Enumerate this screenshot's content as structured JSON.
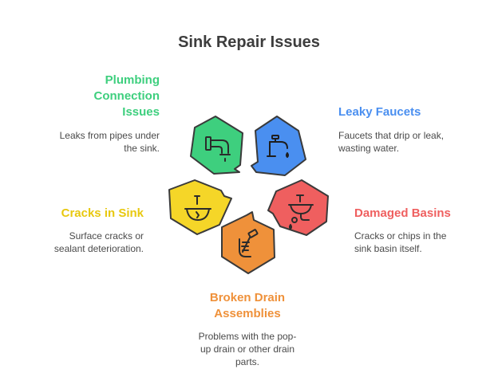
{
  "title": "Sink Repair Issues",
  "colors": {
    "plumbing": "#3ecf7e",
    "leaky": "#4a8ff0",
    "damaged": "#ef5f5f",
    "broken": "#ef913a",
    "cracks": "#f5d628",
    "outline": "#3a3a3a"
  },
  "items": {
    "plumbing": {
      "heading_lines": [
        "Plumbing",
        "Connection",
        "Issues"
      ],
      "desc_lines": [
        "Leaks from pipes under",
        "the sink."
      ],
      "icon": "faucet-pipe-icon"
    },
    "leaky": {
      "heading": "Leaky Faucets",
      "desc_lines": [
        "Faucets that drip or leak,",
        "wasting water."
      ],
      "icon": "dripping-faucet-icon"
    },
    "cracks": {
      "heading": "Cracks in Sink",
      "desc_lines": [
        "Surface cracks or",
        "sealant deterioration."
      ],
      "icon": "cracked-sink-icon"
    },
    "damaged": {
      "heading": "Damaged Basins",
      "desc_lines": [
        "Cracks or chips in the",
        "sink basin itself."
      ],
      "icon": "basin-drain-icon"
    },
    "broken": {
      "heading_lines": [
        "Broken Drain",
        "Assemblies"
      ],
      "desc_lines": [
        "Problems with the pop-",
        "up drain or other drain",
        "parts."
      ],
      "icon": "wrench-hand-icon"
    }
  }
}
